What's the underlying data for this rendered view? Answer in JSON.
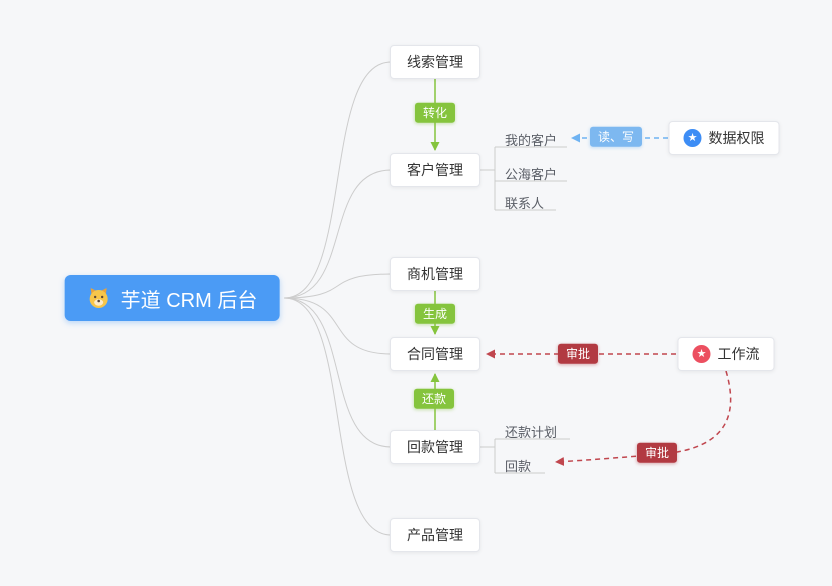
{
  "root": {
    "label": "芋道 CRM 后台"
  },
  "nodes": {
    "leads": "线索管理",
    "customers": "客户管理",
    "business": "商机管理",
    "contracts": "合同管理",
    "receivables": "回款管理",
    "products": "产品管理",
    "data_permission": "数据权限",
    "workflow": "工作流"
  },
  "sub_items": {
    "my_customers": "我的客户",
    "public_customers": "公海客户",
    "contacts": "联系人",
    "repayment_plan": "还款计划",
    "repayment": "回款"
  },
  "badges": {
    "convert": "转化",
    "generate": "生成",
    "repay": "还款",
    "read_write": "读、写",
    "approve_contract": "审批",
    "approve_repayment": "审批"
  },
  "icons": {
    "star": "★"
  },
  "colors": {
    "root_bg": "#4b9bf5",
    "green_badge": "#85c43d",
    "blue_badge": "#7db8f0",
    "red_badge": "#b23a42",
    "blue_dash": "#6fb3f2",
    "red_dash": "#c0464e",
    "gray_line": "#cccccc",
    "star_blue": "#3d8df5",
    "star_red": "#ec4f60"
  }
}
